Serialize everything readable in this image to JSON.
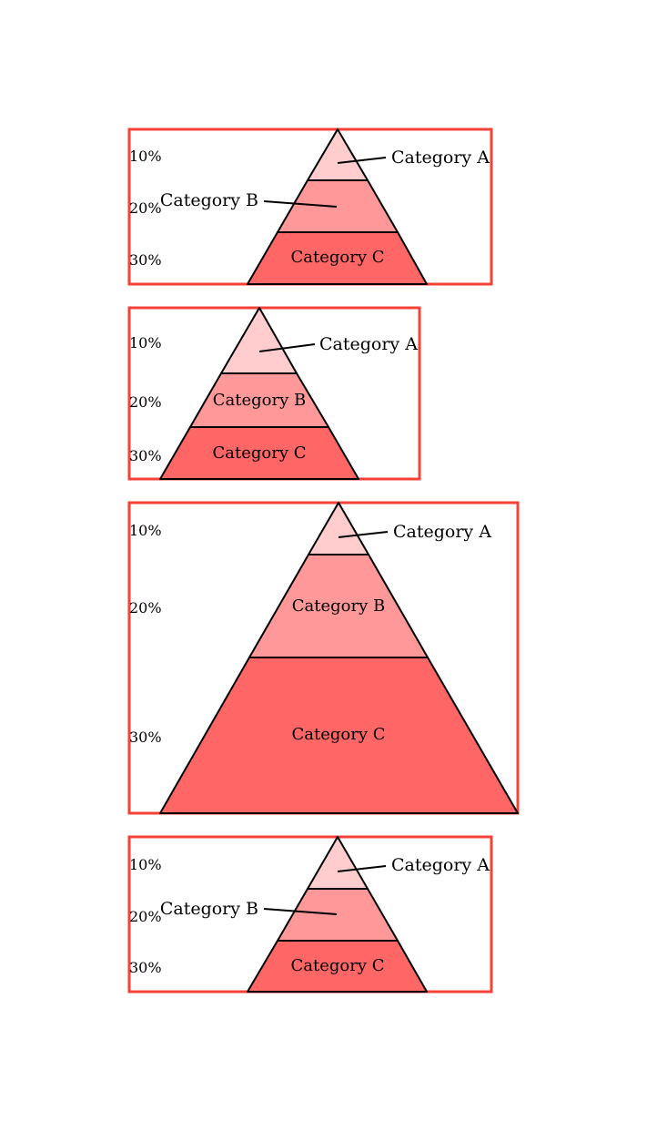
{
  "colors": {
    "frame": "#f44336",
    "layer_a": "#ffcdcd",
    "layer_b": "#ff9999",
    "layer_c": "#ff6666",
    "stroke": "#000000"
  },
  "diagrams": [
    {
      "layers": [
        {
          "name": "Category A",
          "percent": "10%",
          "placement": "callout-right"
        },
        {
          "name": "Category B",
          "percent": "20%",
          "placement": "callout-left"
        },
        {
          "name": "Category C",
          "percent": "30%",
          "placement": "inside"
        }
      ]
    },
    {
      "layers": [
        {
          "name": "Category A",
          "percent": "10%",
          "placement": "callout-right"
        },
        {
          "name": "Category B",
          "percent": "20%",
          "placement": "inside"
        },
        {
          "name": "Category C",
          "percent": "30%",
          "placement": "inside"
        }
      ]
    },
    {
      "layers": [
        {
          "name": "Category A",
          "percent": "10%",
          "placement": "callout-right"
        },
        {
          "name": "Category B",
          "percent": "20%",
          "placement": "inside"
        },
        {
          "name": "Category C",
          "percent": "30%",
          "placement": "inside"
        }
      ]
    },
    {
      "layers": [
        {
          "name": "Category A",
          "percent": "10%",
          "placement": "callout-right"
        },
        {
          "name": "Category B",
          "percent": "20%",
          "placement": "callout-left"
        },
        {
          "name": "Category C",
          "percent": "30%",
          "placement": "inside"
        }
      ]
    }
  ]
}
